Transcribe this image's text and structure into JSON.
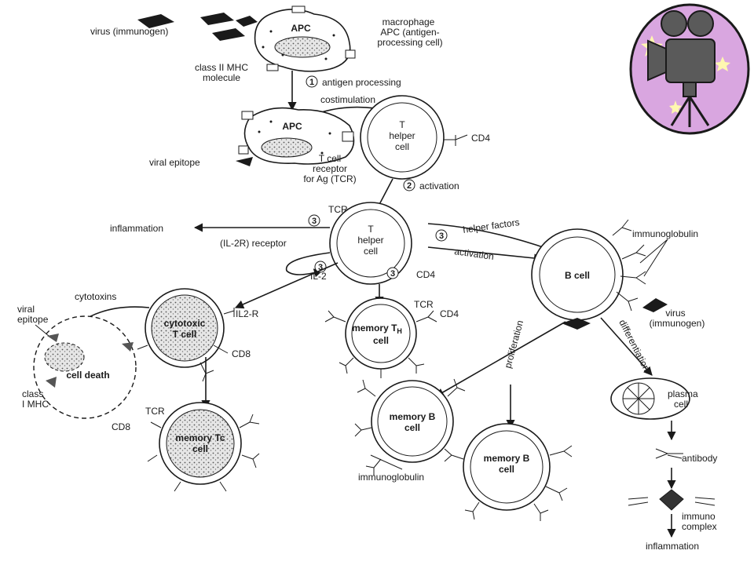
{
  "labels": {
    "virus_top": "virus (immunogen)",
    "apc_top": "APC",
    "macrophage": "macrophage",
    "apc_full_1": "APC (antigen-",
    "apc_full_2": "processing cell)",
    "class2_1": "class II MHC",
    "class2_2": "molecule",
    "step1_num": "1",
    "step1": "antigen processing",
    "costim": "costimulation",
    "apc_mid": "APC",
    "th_top_1": "T",
    "th_top_2": "helper",
    "th_top_3": "cell",
    "cd4_top": "CD4",
    "viral_epitope_mid": "viral epitope",
    "tcr_1": "T cell",
    "tcr_2": "receptor",
    "tcr_3": "for Ag (TCR)",
    "step2_num": "2",
    "step2": "activation",
    "tcr_center": "TCR",
    "inflammation_left": "inflammation",
    "step3_num": "3",
    "th_c_1": "T",
    "th_c_2": "helper",
    "th_c_3": "cell",
    "il2r": "(IL-2R) receptor",
    "helper_factors": "helper factors",
    "activation_right": "activation",
    "immunoglobulin_top": "immunoglobulin",
    "il2": "IL-2",
    "cd4_center": "CD4",
    "bcell": "B cell",
    "cytotoxins": "cytotoxins",
    "viral_epitope_left_1": "viral",
    "viral_epitope_left_2": "epitope",
    "tc_1": "cytotoxic",
    "tc_2": "T cell",
    "il2r_short": "IL2-R",
    "tcr_mth": "TCR",
    "cd4_mth": "CD4",
    "mth_1": "memory T",
    "mth_sub": "H",
    "mth_2": "cell",
    "virus_right_1": "virus",
    "virus_right_2": "(immunogen)",
    "cell_death": "cell death",
    "cd8_right": "CD8",
    "class1_1": "class",
    "class1_2": "I MHC",
    "proliferation": "proliferation",
    "differentiation": "differentiation",
    "tcr_mtc": "TCR",
    "cd8_left": "CD8",
    "mtc_1": "memory Tc",
    "mtc_2": "cell",
    "mb1_1": "memory B",
    "mb1_2": "cell",
    "mb2_1": "memory B",
    "mb2_2": "cell",
    "immunoglobulin_bottom": "immunoglobulin",
    "plasma_1": "plasma",
    "plasma_2": "cell",
    "antibody": "antibody",
    "immuno_1": "immuno",
    "immuno_2": "complex",
    "inflammation_bottom": "inflammation"
  },
  "icons": {
    "corner": "movie-camera-icon"
  },
  "colors": {
    "ink": "#1a1a1a",
    "icon_bg": "#d9a6e0",
    "icon_star": "#fff7b0",
    "icon_body": "#5a5a5a",
    "cell_shade": "#c8c8c8"
  }
}
